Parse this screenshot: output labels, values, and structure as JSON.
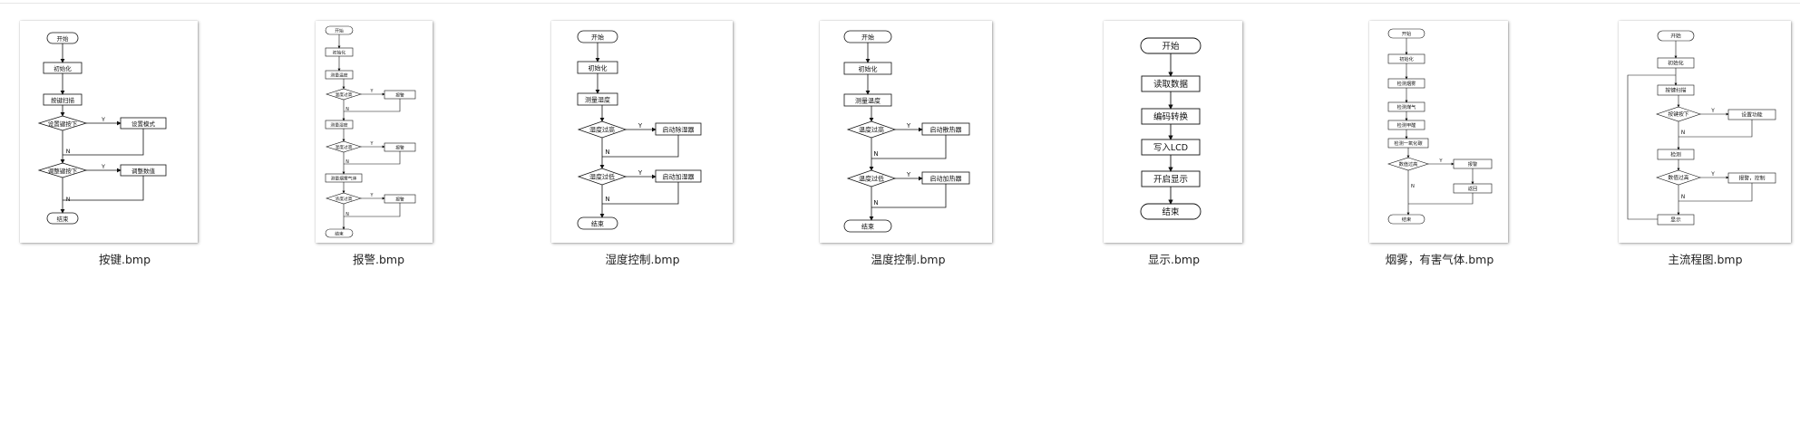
{
  "files": [
    {
      "name": "按键.bmp",
      "labels": [
        "开始",
        "初始化",
        "按键扫描",
        "设置键按下",
        "设置模式",
        "调整键按下",
        "调整数值",
        "结束",
        "Y",
        "N",
        "Y",
        "N"
      ]
    },
    {
      "name": "报警.bmp",
      "labels": [
        "开始",
        "初始化",
        "测量温度",
        "温度过高",
        "报警",
        "测量湿度",
        "湿度过高",
        "报警",
        "测量烟雾气体",
        "浓度过高",
        "报警",
        "结束",
        "Y",
        "N",
        "Y",
        "N",
        "Y",
        "N"
      ]
    },
    {
      "name": "湿度控制.bmp",
      "labels": [
        "开始",
        "初始化",
        "测量湿度",
        "湿度过高",
        "启动除湿器",
        "湿度过低",
        "启动加湿器",
        "结束",
        "Y",
        "N",
        "Y",
        "N"
      ]
    },
    {
      "name": "温度控制.bmp",
      "labels": [
        "开始",
        "初始化",
        "测量温度",
        "温度过高",
        "启动散热器",
        "温度过低",
        "启动加热器",
        "结束",
        "Y",
        "N",
        "Y",
        "N"
      ]
    },
    {
      "name": "显示.bmp",
      "labels": [
        "开始",
        "读取数据",
        "编码转换",
        "写入LCD",
        "开启显示",
        "结束"
      ]
    },
    {
      "name": "烟雾，有害气体.bmp",
      "labels": [
        "开始",
        "初始化",
        "检测烟雾",
        "检测煤气",
        "检测甲醛",
        "检测一氧化碳",
        "数值过高",
        "报警",
        "返回",
        "结束",
        "Y",
        "N"
      ]
    },
    {
      "name": "主流程图.bmp",
      "labels": [
        "开始",
        "初始化",
        "按键扫描",
        "按键按下",
        "设置功能",
        "检测",
        "数值过高",
        "报警，控制",
        "显示",
        "Y",
        "N",
        "Y",
        "N"
      ]
    }
  ]
}
